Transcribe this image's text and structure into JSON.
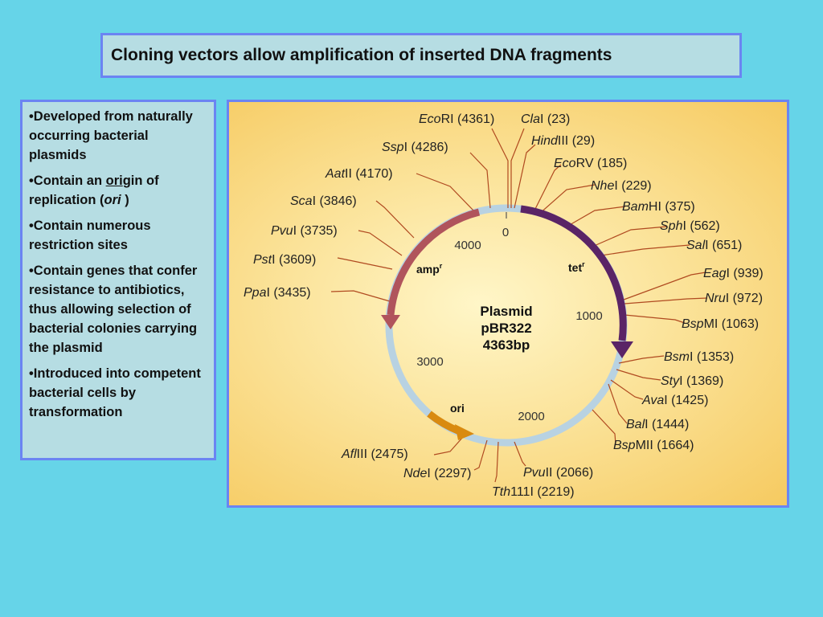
{
  "title": "Cloning vectors allow amplification of inserted DNA fragments",
  "bullets": [
    {
      "prefix": "•",
      "text": "Developed from naturally occurring bacterial plasmids"
    },
    {
      "prefix": "•",
      "pre": "Contain an ",
      "underlined": "ori",
      "mid": "gin of replication (",
      "italic": "ori",
      "post": " )"
    },
    {
      "prefix": "•",
      "text": "Contain numerous restriction sites"
    },
    {
      "prefix": "•",
      "text": "Contain genes that confer resistance to antibiotics, thus allowing selection of bacterial colonies carrying the plasmid"
    },
    {
      "prefix": "•",
      "text": "Introduced into competent bacterial cells by transformation"
    }
  ],
  "plasmid": {
    "name_line1": "Plasmid",
    "name_line2": "pBR322",
    "size_label": "4363bp",
    "ticks": [
      "0",
      "1000",
      "2000",
      "3000",
      "4000"
    ],
    "genes": {
      "amp": {
        "label": "amp",
        "sup": "r"
      },
      "tet": {
        "label": "tet",
        "sup": "r"
      },
      "ori": {
        "label": "ori"
      }
    },
    "sites": [
      {
        "it": "Eco",
        "rest": "RI (4361)"
      },
      {
        "it": "Cla",
        "rest": "I (23)"
      },
      {
        "it": "Hind",
        "rest": "III (29)"
      },
      {
        "it": "Eco",
        "rest": "RV (185)"
      },
      {
        "it": "Nhe",
        "rest": "I (229)"
      },
      {
        "it": "Bam",
        "rest": "HI (375)"
      },
      {
        "it": "Sph",
        "rest": "I (562)"
      },
      {
        "it": "Sal",
        "rest": "I (651)"
      },
      {
        "it": "Eag",
        "rest": "I (939)"
      },
      {
        "it": "Nru",
        "rest": "I (972)"
      },
      {
        "it": "Bsp",
        "rest": "MI (1063)"
      },
      {
        "it": "Bsm",
        "rest": "I (1353)"
      },
      {
        "it": "Sty",
        "rest": "I (1369)"
      },
      {
        "it": "Ava",
        "rest": "I (1425)"
      },
      {
        "it": "Bal",
        "rest": "I (1444)"
      },
      {
        "it": "Bsp",
        "rest": "MII (1664)"
      },
      {
        "it": "Pvu",
        "rest": "II (2066)"
      },
      {
        "it": "Tth",
        "rest": "111I (2219)"
      },
      {
        "it": "Nde",
        "rest": "I (2297)"
      },
      {
        "it": "Afl",
        "rest": "III (2475)"
      },
      {
        "it": "Ppa",
        "rest": "I (3435)"
      },
      {
        "it": "Pst",
        "rest": "I (3609)"
      },
      {
        "it": "Pvu",
        "rest": "I (3735)"
      },
      {
        "it": "Sca",
        "rest": "I (3846)"
      },
      {
        "it": "Aat",
        "rest": "II (4170)"
      },
      {
        "it": "Ssp",
        "rest": "I (4286)"
      }
    ],
    "colors": {
      "ring": "#b8d2e2",
      "amp": "#b0545c",
      "tet": "#5a2466",
      "ori": "#d98a10",
      "leader": "#b04a20"
    }
  }
}
